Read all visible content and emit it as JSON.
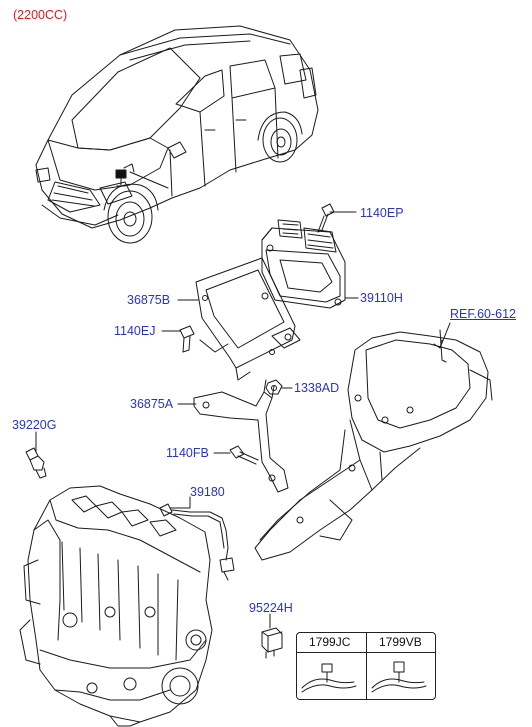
{
  "engine_spec": "(2200CC)",
  "callouts": {
    "bolt_1140ep": "1140EP",
    "ecm_39110h": "39110H",
    "ref": "REF.60-612",
    "bracket_36875b": "36875B",
    "bolt_1140ej": "1140EJ",
    "nut_1338ad": "1338AD",
    "bracket_36875a": "36875A",
    "sensor_39220g": "39220G",
    "bolt_1140fb": "1140FB",
    "sensor_39180": "39180",
    "relay_95224h": "95224H"
  },
  "kit_table": {
    "col1": "1799JC",
    "col2": "1799VB"
  }
}
